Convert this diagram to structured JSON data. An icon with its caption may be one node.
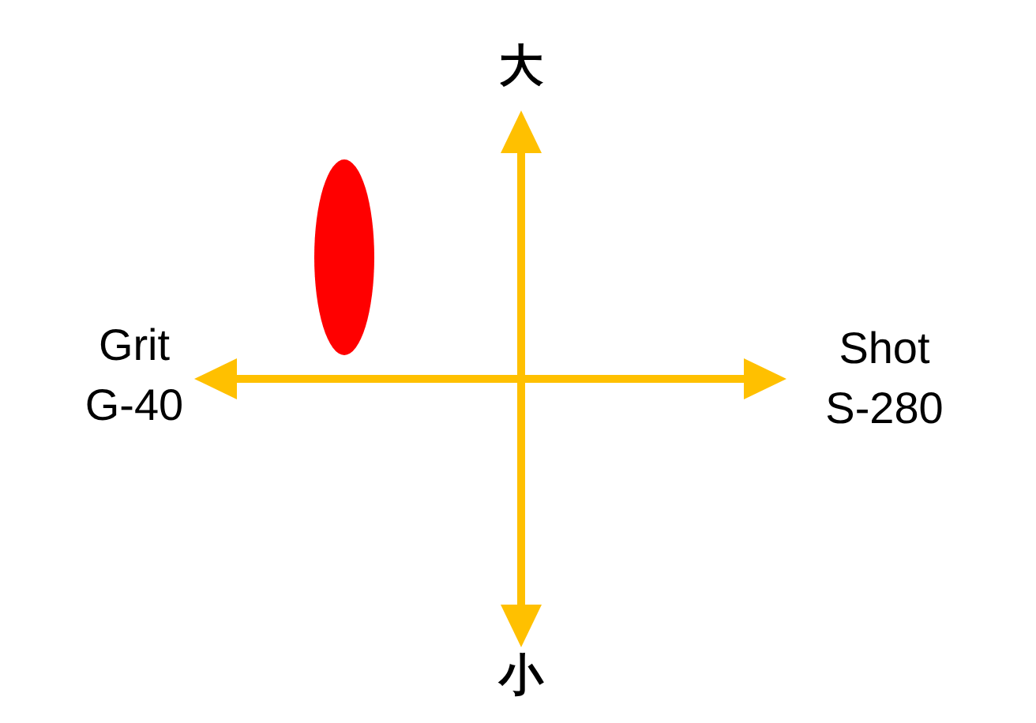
{
  "diagram": {
    "nodes": [
      {
        "text": [],
        "shape": "ellipse"
      }
    ],
    "labels": [
      "大",
      "Grit G-40",
      "Shot S-280",
      "小"
    ]
  }
}
